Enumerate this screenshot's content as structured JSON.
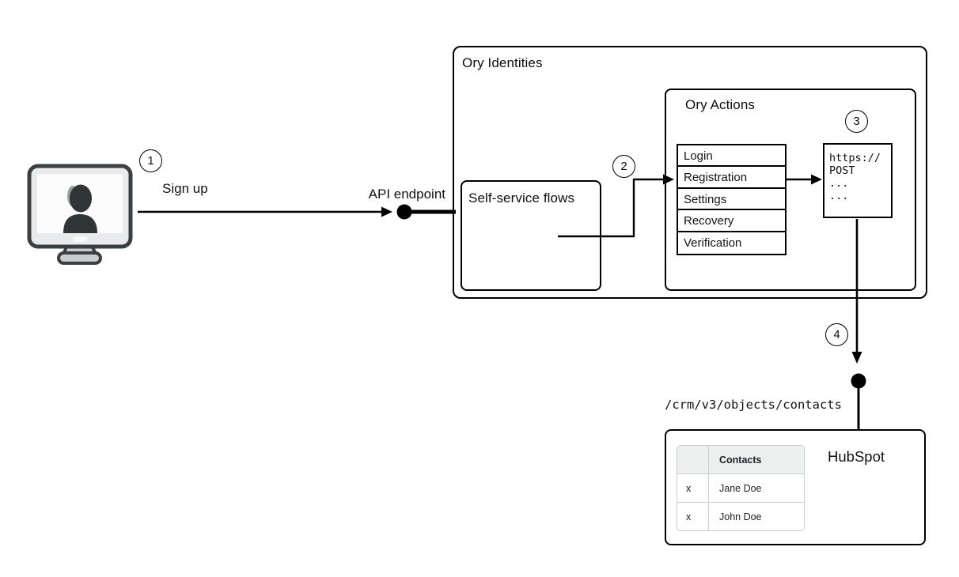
{
  "steps": {
    "one": "1",
    "two": "2",
    "three": "3",
    "four": "4"
  },
  "labels": {
    "sign_up": "Sign up",
    "api_endpoint": "API endpoint",
    "ory_identities": "Ory Identities",
    "self_service_flows": "Self-service flows",
    "ory_actions": "Ory Actions",
    "hubspot": "HubSpot",
    "crm_path": "/crm/v3/objects/contacts"
  },
  "flows": [
    "Login",
    "Registration",
    "Settings",
    "Recovery",
    "Verification"
  ],
  "code_box": {
    "lines": [
      "https://",
      "POST",
      "...",
      "..."
    ]
  },
  "contacts": {
    "header": "Contacts",
    "rows": [
      {
        "marker": "x",
        "name": "Jane Doe"
      },
      {
        "marker": "x",
        "name": "John Doe"
      }
    ]
  },
  "colors": {
    "line": "#000000",
    "table_header_bg": "#eef0f0",
    "table_border": "#c9cecf",
    "monitor_stroke": "#3a3f42",
    "monitor_body": "#e9eaeb",
    "monitor_stand": "#cacccd",
    "silhouette": "#2f3437"
  }
}
